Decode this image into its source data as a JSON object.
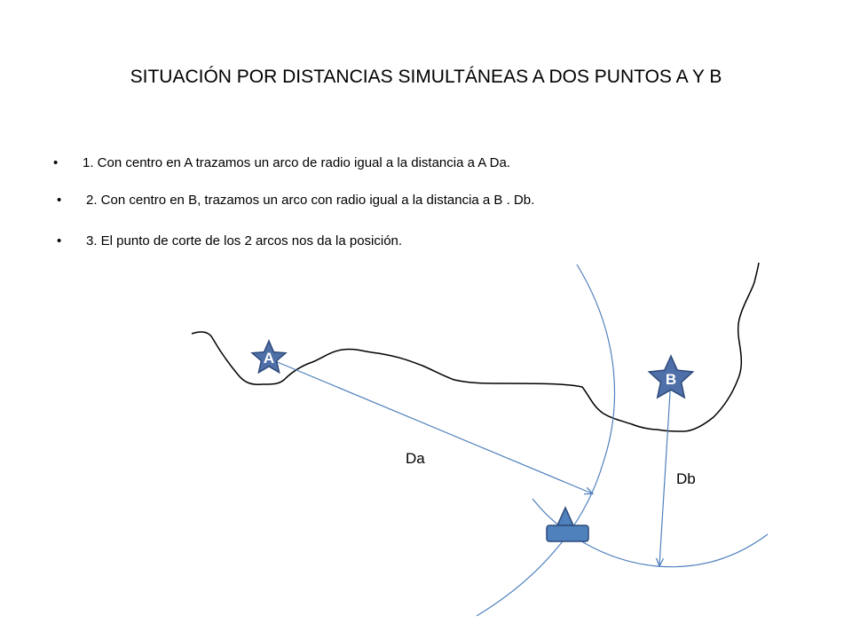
{
  "title": "SITUACIÓN POR DISTANCIAS SIMULTÁNEAS A DOS PUNTOS A Y B",
  "steps": [
    {
      "bullet": "•",
      "text": "1. Con centro en A trazamos un arco de radio igual a la distancia  a A Da."
    },
    {
      "bullet": "•",
      "text": "2.  Con centro en B, trazamos un arco con radio  igual a la distancia a B . Db."
    },
    {
      "bullet": "•",
      "text": "3.  El punto de corte de los 2 arcos nos da la posición."
    }
  ],
  "diagram": {
    "point_a": "A",
    "point_b": "B",
    "distance_a": "Da",
    "distance_b": "Db",
    "colors": {
      "arc": "#4F81BD",
      "star_fill": "#4F6FA8",
      "star_stroke": "#2E4A7A",
      "ship_fill": "#4F81BD",
      "ship_stroke": "#2E4A7A",
      "coast": "#000000"
    }
  }
}
